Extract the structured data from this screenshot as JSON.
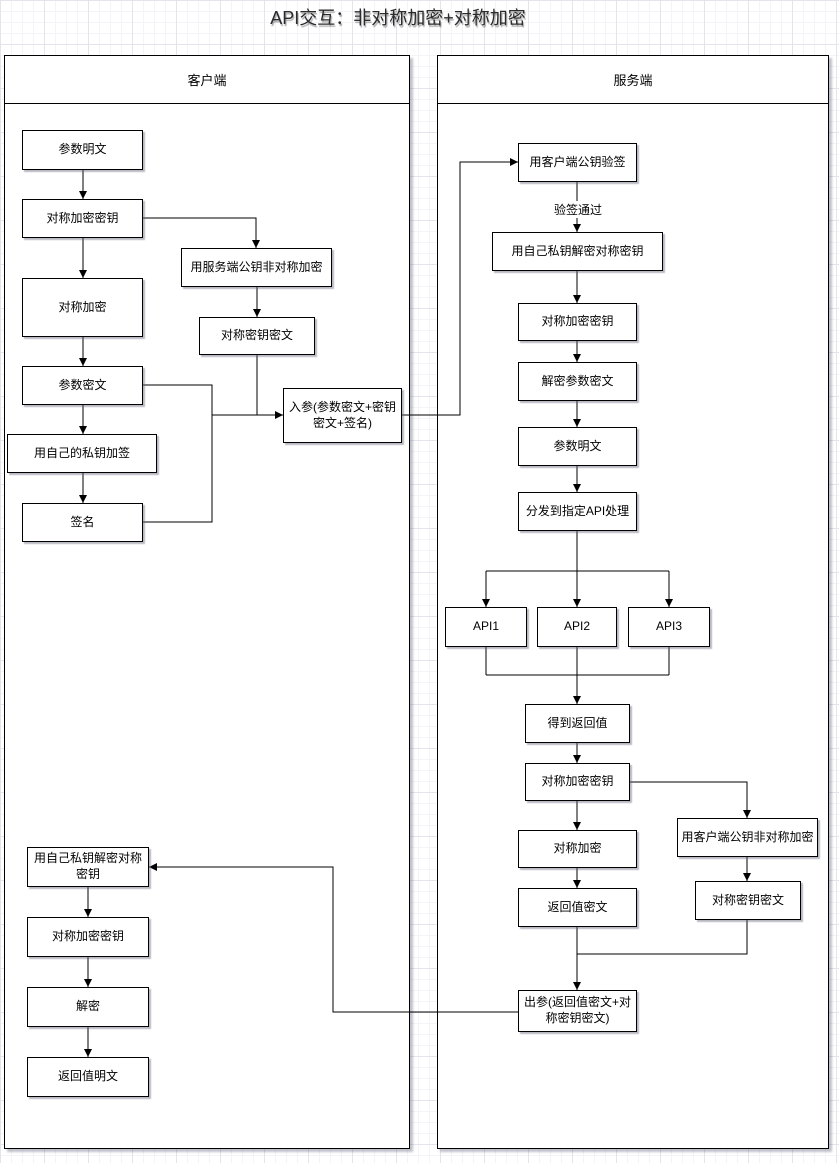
{
  "title": "API交互：非对称加密+对称加密",
  "client_panel": {
    "title": "客户端",
    "nodes": {
      "param_plain": "参数明文",
      "sym_key": "对称加密密钥",
      "sym_encrypt": "对称加密",
      "param_cipher": "参数密文",
      "sign_with_own_private_key": "用自己的私钥加签",
      "signature": "签名",
      "asym_encrypt_with_server_pubkey": "用服务端公钥非对称加密",
      "sym_key_cipher": "对称密钥密文",
      "request_params": "入参(参数密文+密钥密文+签名)",
      "decrypt_sym_key_with_own_private_key": "用自己私钥解密对称密钥",
      "sym_key_2": "对称加密密钥",
      "decrypt": "解密",
      "return_plain": "返回值明文"
    }
  },
  "server_panel": {
    "title": "服务端",
    "verify_pass_edge_label": "验签通过",
    "nodes": {
      "verify_sign_with_client_pubkey": "用客户端公钥验签",
      "decrypt_sym_key_with_own_private_key": "用自己私钥解密对称密钥",
      "sym_key": "对称加密密钥",
      "decrypt_param_cipher": "解密参数密文",
      "param_plain": "参数明文",
      "dispatch_to_api": "分发到指定API处理",
      "api1": "API1",
      "api2": "API2",
      "api3": "API3",
      "get_return_value": "得到返回值",
      "sym_key_2": "对称加密密钥",
      "sym_encrypt": "对称加密",
      "return_cipher": "返回值密文",
      "asym_encrypt_with_client_pubkey": "用客户端公钥非对称加密",
      "sym_key_cipher": "对称密钥密文",
      "response_params": "出参(返回值密文+对称密钥密文)"
    }
  },
  "colors": {
    "stroke": "#000000",
    "node_fill": "#ffffff",
    "grid_minor": "#f4f4f8",
    "grid_major": "#e4e4ec"
  }
}
